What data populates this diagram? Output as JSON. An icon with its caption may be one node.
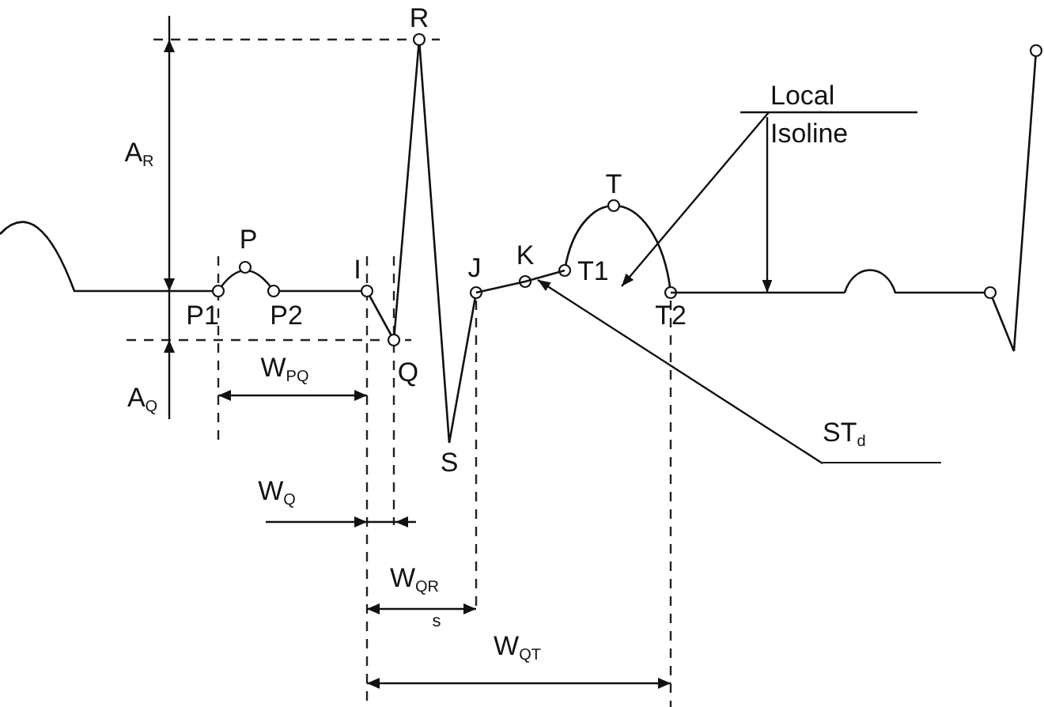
{
  "diagram": {
    "nodes": [
      {
        "text": [
          "Local Isoline"
        ]
      },
      {
        "text": [
          "ST$_{d}$"
        ]
      },
      {
        "text": [],
        "shape": "line"
      },
      {
        "text": [],
        "shape": "line"
      },
      {
        "text": [
          "T1"
        ]
      }
    ],
    "edges": [
      {
        "from": 0,
        "to": 4,
        "arrow": "to"
      },
      {
        "from": 0,
        "to": 3,
        "arrow": "to"
      },
      {
        "from": 1,
        "to": 2,
        "arrow": "to"
      }
    ],
    "labels": [
      "R",
      "A$_{R}$",
      "T",
      "P",
      "I",
      "J",
      "K",
      "P1",
      "P2",
      "T2",
      "Q",
      "A$_{Q}$",
      "W$_{PQ}$",
      "S",
      "W$_{Q}$",
      "W$_{QR}$",
      "s",
      "W$_{QT}$"
    ]
  }
}
